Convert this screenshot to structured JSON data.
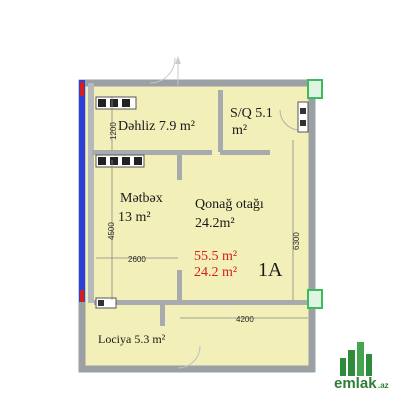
{
  "rooms": {
    "dehliz": {
      "name": "Dəhliz 7.9 m²"
    },
    "sq_line1": "S/Q 5.1",
    "sq_line2": "m²",
    "metbex_line1": "Mətbəx",
    "metbex_line2": "13 m²",
    "qonag_line1": "Qonağ otağı",
    "qonag_line2": "24.2m²",
    "lociya": "Lociya  5.3 m²"
  },
  "summary": {
    "total_area": "55.5 m²",
    "living_area": "24.2 m²",
    "unit": "1A"
  },
  "dimensions": {
    "d1200": "1200",
    "d4500": "4500",
    "d2600": "2600",
    "d6300": "6300",
    "d4200": "4200"
  },
  "logo": {
    "text": "emlak",
    "suffix": ".az"
  },
  "colors": {
    "floor": "#f2efb8",
    "wall": "#9aa0a3",
    "accent_red": "#d11f1f",
    "window_blue": "#2c3fd8",
    "window_green": "#3dbb5a",
    "logo_green": "#2e8b3a"
  }
}
